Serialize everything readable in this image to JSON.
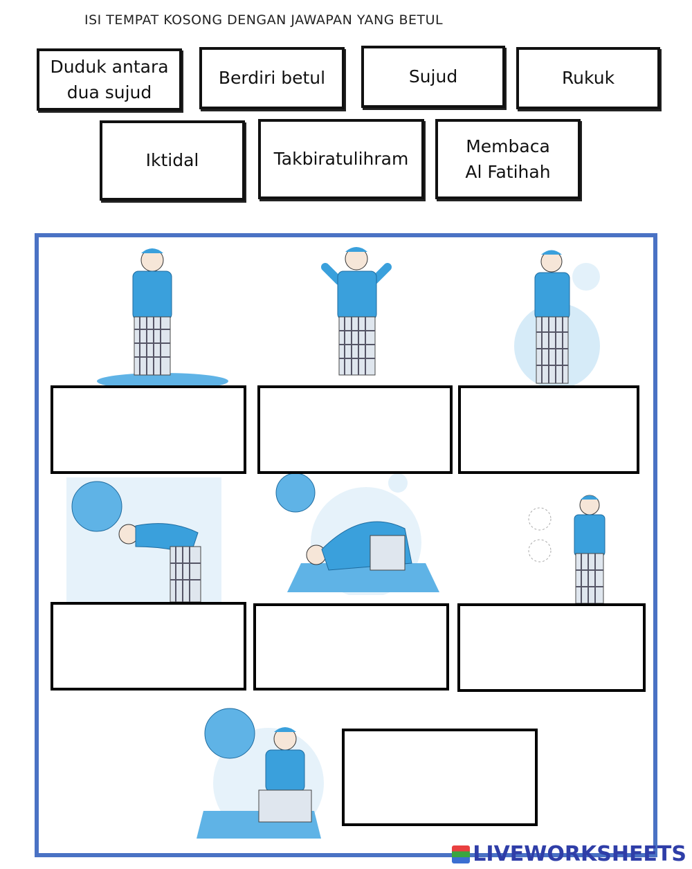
{
  "instruction": "ISI TEMPAT KOSONG DENGAN JAWAPAN YANG BETUL",
  "answer_cards": [
    {
      "label": "Duduk antara\ndua sujud"
    },
    {
      "label": "Berdiri betul"
    },
    {
      "label": "Sujud"
    },
    {
      "label": "Rukuk"
    },
    {
      "label": "Iktidal"
    },
    {
      "label": "Takbiratulihram"
    },
    {
      "label": "Membaca\nAl Fatihah"
    }
  ],
  "figures": [
    {
      "icon": "standing-upright-figure"
    },
    {
      "icon": "takbir-hands-raised-figure"
    },
    {
      "icon": "standing-hands-folded-figure"
    },
    {
      "icon": "bowing-rukuk-figure"
    },
    {
      "icon": "prostration-sujud-figure"
    },
    {
      "icon": "standing-iktidal-figure"
    },
    {
      "icon": "sitting-between-prostrations-figure"
    }
  ],
  "colors": {
    "panel_border": "#4a72c4",
    "figure_blue": "#3aa0dc",
    "brand": "#2f3ea8"
  },
  "brand": {
    "name": "LIVEWORKSHEETS"
  }
}
